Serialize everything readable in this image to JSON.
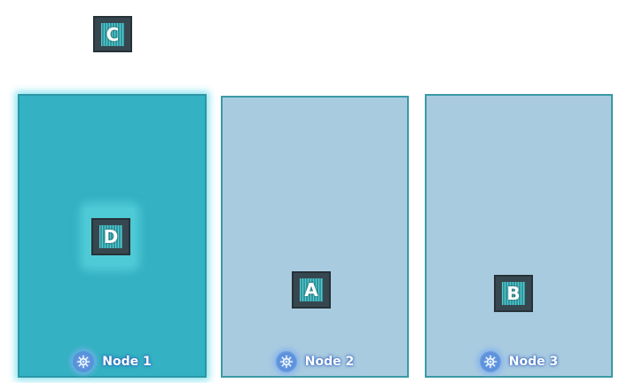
{
  "pods": {
    "c": {
      "label": "C"
    },
    "d": {
      "label": "D"
    },
    "a": {
      "label": "A"
    },
    "b": {
      "label": "B"
    }
  },
  "nodes": [
    {
      "label": "Node 1",
      "state": "active"
    },
    {
      "label": "Node 2",
      "state": "idle"
    },
    {
      "label": "Node 3",
      "state": "idle"
    }
  ],
  "icons": {
    "node_icon": "kubernetes-helm-icon"
  },
  "colors": {
    "active_node": "#34b1c2",
    "idle_node": "#a9cbe0",
    "pod_frame": "#37474f",
    "pod_fill": "#2b9aa1"
  }
}
